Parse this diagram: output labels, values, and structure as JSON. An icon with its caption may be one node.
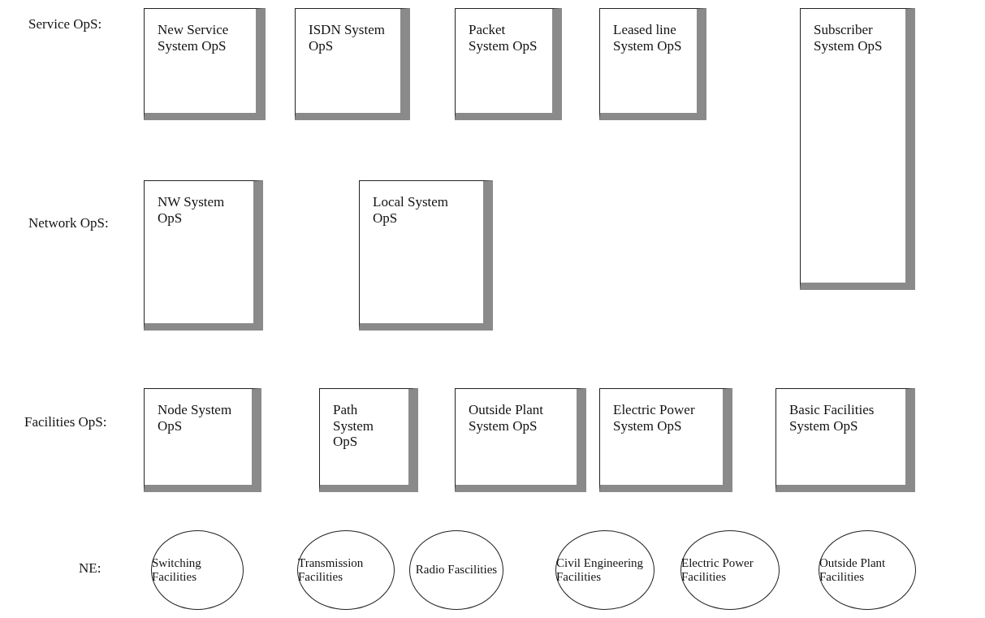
{
  "diagram": {
    "nodes": [
      {
        "text": [
          "New Service System OpS"
        ]
      },
      {
        "text": [
          "ISDN System OpS"
        ]
      },
      {
        "text": [
          "Packet System OpS"
        ]
      },
      {
        "text": [
          "Leased line System OpS"
        ]
      },
      {
        "text": [
          "Subscriber System OpS"
        ]
      },
      {
        "text": [
          "NW System OpS"
        ]
      },
      {
        "text": [
          "Local System OpS"
        ]
      },
      {
        "text": [
          "Node System OpS"
        ]
      },
      {
        "text": [
          "Path System OpS"
        ]
      },
      {
        "text": [
          "Outside Plant System OpS"
        ]
      },
      {
        "text": [
          "Electric Power System OpS"
        ]
      },
      {
        "text": [
          "Basic Facilities System OpS"
        ]
      },
      {
        "text": [
          "Switching Facilities"
        ]
      },
      {
        "text": [
          "Transmission Facilities"
        ]
      },
      {
        "text": [
          "Radio Fascilities"
        ]
      },
      {
        "text": [
          "Civil Engineering Facilities"
        ]
      },
      {
        "text": [
          "Electric Power Facilities"
        ]
      },
      {
        "text": [
          "Outside Plant Facilities"
        ]
      }
    ],
    "labels": [
      "Service OpS:",
      "Network OpS:",
      "Facilities OpS:",
      "NE:"
    ]
  }
}
